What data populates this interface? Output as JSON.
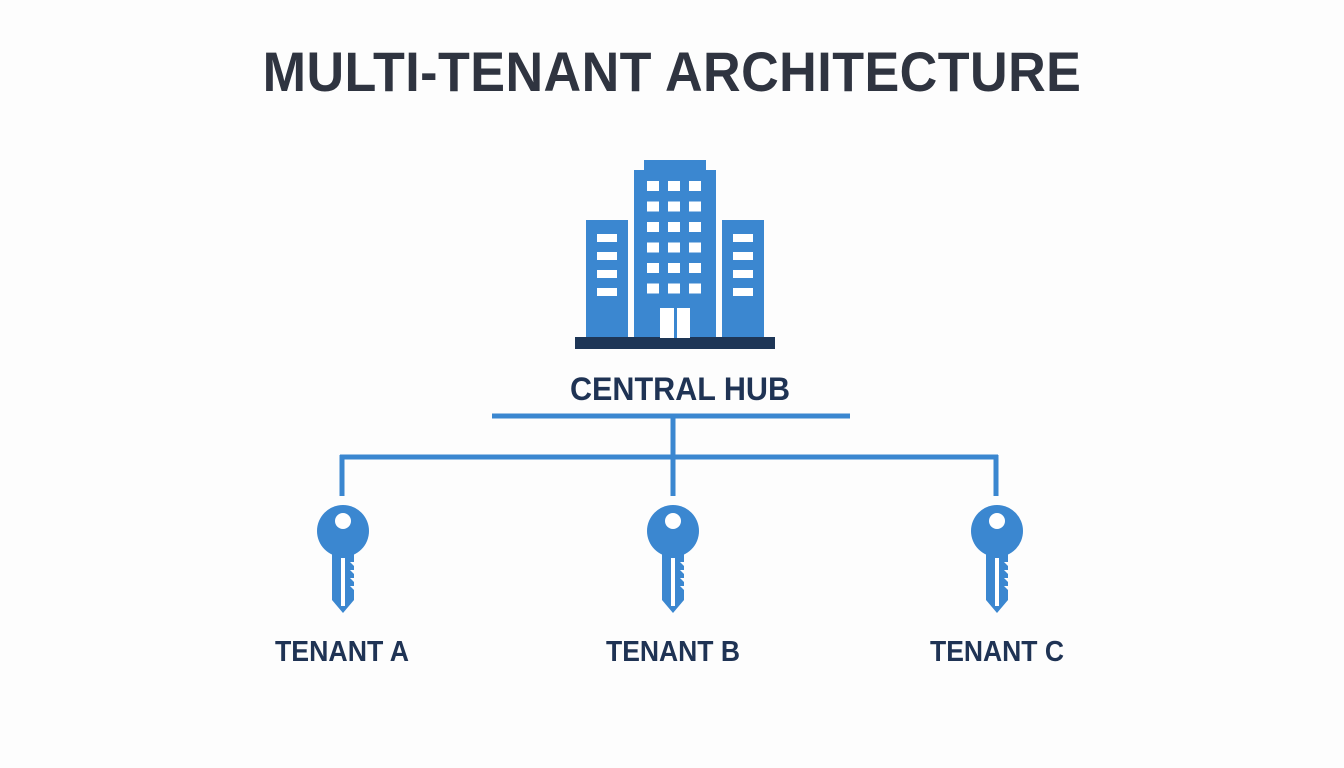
{
  "title": "MULTI-TENANT ARCHITECTURE",
  "hub": {
    "label": "CENTRAL HUB",
    "icon": "building-icon"
  },
  "tenants": [
    {
      "label": "TENANT A",
      "icon": "key-icon"
    },
    {
      "label": "TENANT B",
      "icon": "key-icon"
    },
    {
      "label": "TENANT C",
      "icon": "key-icon"
    }
  ],
  "colors": {
    "title": "#2f3440",
    "label": "#1f3354",
    "accent": "#3b87d0",
    "base": "#1e3656",
    "window": "#ffffff",
    "background": "#fdfdfd"
  }
}
